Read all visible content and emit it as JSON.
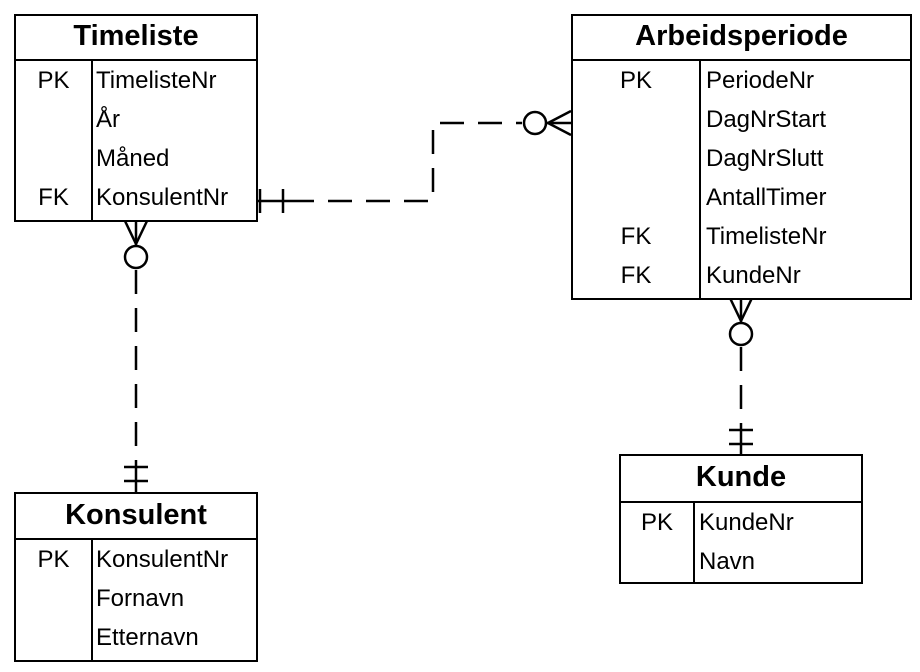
{
  "entities": {
    "timeliste": {
      "title": "Timeliste",
      "rows": [
        {
          "key": "PK",
          "field": "TimelisteNr"
        },
        {
          "key": "",
          "field": "År"
        },
        {
          "key": "",
          "field": "Måned"
        },
        {
          "key": "FK",
          "field": "KonsulentNr"
        }
      ]
    },
    "arbeidsperiode": {
      "title": "Arbeidsperiode",
      "rows": [
        {
          "key": "PK",
          "field": "PeriodeNr"
        },
        {
          "key": "",
          "field": "DagNrStart"
        },
        {
          "key": "",
          "field": "DagNrSlutt"
        },
        {
          "key": "",
          "field": "AntallTimer"
        },
        {
          "key": "FK",
          "field": "TimelisteNr"
        },
        {
          "key": "FK",
          "field": "KundeNr"
        }
      ]
    },
    "konsulent": {
      "title": "Konsulent",
      "rows": [
        {
          "key": "PK",
          "field": "KonsulentNr"
        },
        {
          "key": "",
          "field": "Fornavn"
        },
        {
          "key": "",
          "field": "Etternavn"
        }
      ]
    },
    "kunde": {
      "title": "Kunde",
      "rows": [
        {
          "key": "PK",
          "field": "KundeNr"
        },
        {
          "key": "",
          "field": "Navn"
        }
      ]
    }
  },
  "relationships": [
    {
      "from": "timeliste",
      "from_cardinality": "exactly-one",
      "to": "arbeidsperiode",
      "to_cardinality": "zero-or-many",
      "line_style": "dashed"
    },
    {
      "from": "konsulent",
      "from_cardinality": "exactly-one",
      "to": "timeliste",
      "to_cardinality": "zero-or-many",
      "line_style": "dashed"
    },
    {
      "from": "kunde",
      "from_cardinality": "exactly-one",
      "to": "arbeidsperiode",
      "to_cardinality": "zero-or-many",
      "line_style": "dashed"
    }
  ]
}
